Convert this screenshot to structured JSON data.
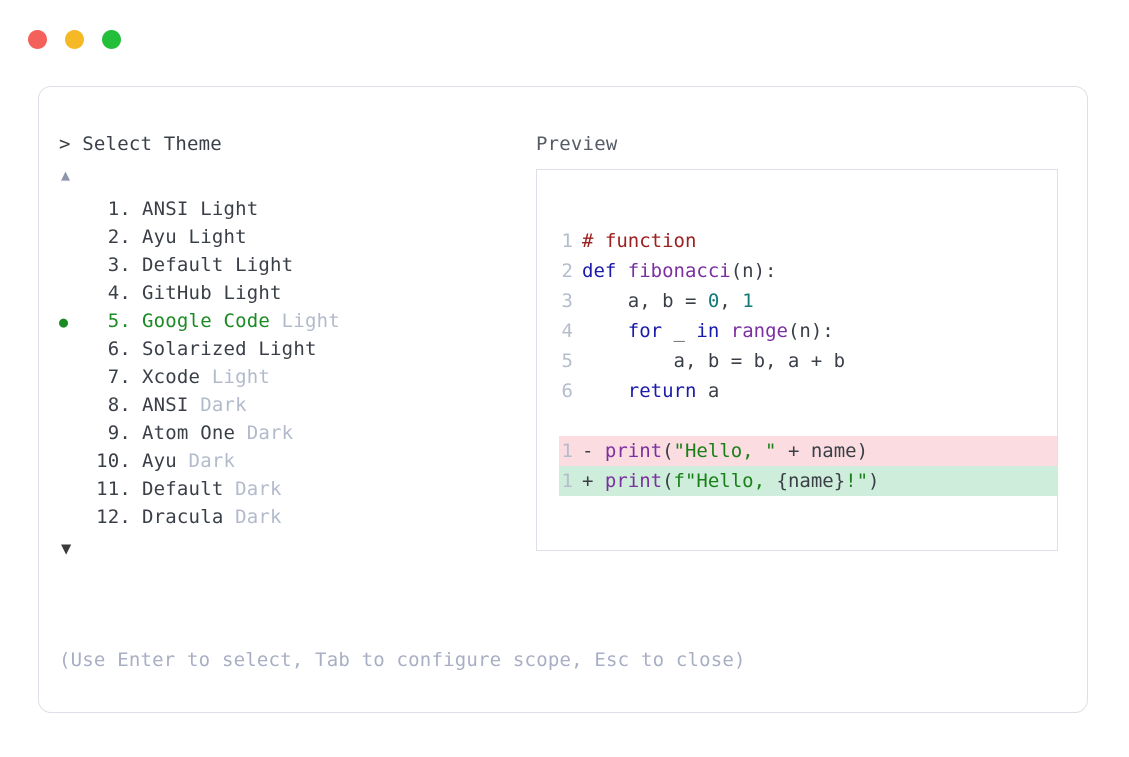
{
  "window": {
    "traffic_lights": [
      {
        "name": "close",
        "color": "#f4605a"
      },
      {
        "name": "minimize",
        "color": "#f5b926"
      },
      {
        "name": "maximize",
        "color": "#23be3a"
      }
    ]
  },
  "prompt": {
    "heading": "> Select Theme",
    "scroll_up_icon": "▲",
    "scroll_down_icon": "▼",
    "selected_index": 5,
    "selected_bullet": "●",
    "items": [
      {
        "num": "1.",
        "name": "ANSI",
        "variant": " Light",
        "variant_muted": false,
        "selected": false,
        "bullet": ""
      },
      {
        "num": "2.",
        "name": "Ayu",
        "variant": " Light",
        "variant_muted": false,
        "selected": false,
        "bullet": ""
      },
      {
        "num": "3.",
        "name": "Default",
        "variant": " Light",
        "variant_muted": false,
        "selected": false,
        "bullet": ""
      },
      {
        "num": "4.",
        "name": "GitHub",
        "variant": " Light",
        "variant_muted": false,
        "selected": false,
        "bullet": ""
      },
      {
        "num": "5.",
        "name": "Google Code",
        "variant": " Light",
        "variant_muted": true,
        "selected": true,
        "bullet": "●"
      },
      {
        "num": "6.",
        "name": "Solarized",
        "variant": " Light",
        "variant_muted": false,
        "selected": false,
        "bullet": ""
      },
      {
        "num": "7.",
        "name": "Xcode",
        "variant": " Light",
        "variant_muted": true,
        "selected": false,
        "bullet": ""
      },
      {
        "num": "8.",
        "name": "ANSI",
        "variant": " Dark",
        "variant_muted": true,
        "selected": false,
        "bullet": ""
      },
      {
        "num": "9.",
        "name": "Atom One",
        "variant": " Dark",
        "variant_muted": true,
        "selected": false,
        "bullet": ""
      },
      {
        "num": "10.",
        "name": "Ayu",
        "variant": " Dark",
        "variant_muted": true,
        "selected": false,
        "bullet": ""
      },
      {
        "num": "11.",
        "name": "Default",
        "variant": " Dark",
        "variant_muted": true,
        "selected": false,
        "bullet": ""
      },
      {
        "num": "12.",
        "name": "Dracula",
        "variant": " Dark",
        "variant_muted": true,
        "selected": false,
        "bullet": ""
      }
    ],
    "hint": "(Use Enter to select, Tab to configure scope, Esc to close)"
  },
  "preview": {
    "heading": "Preview",
    "code_lines": [
      {
        "ln": "1",
        "tokens": [
          {
            "t": "# function",
            "c": "c-comment"
          }
        ]
      },
      {
        "ln": "2",
        "tokens": [
          {
            "t": "def ",
            "c": "c-kw"
          },
          {
            "t": "fibonacci",
            "c": "c-fn"
          },
          {
            "t": "(n):",
            "c": "c-plain"
          }
        ]
      },
      {
        "ln": "3",
        "tokens": [
          {
            "t": "    a, b = ",
            "c": "c-plain"
          },
          {
            "t": "0",
            "c": "c-num"
          },
          {
            "t": ", ",
            "c": "c-plain"
          },
          {
            "t": "1",
            "c": "c-num"
          }
        ]
      },
      {
        "ln": "4",
        "tokens": [
          {
            "t": "    ",
            "c": "c-plain"
          },
          {
            "t": "for",
            "c": "c-kw"
          },
          {
            "t": " _ ",
            "c": "c-plain"
          },
          {
            "t": "in",
            "c": "c-kw"
          },
          {
            "t": " ",
            "c": "c-plain"
          },
          {
            "t": "range",
            "c": "c-fn"
          },
          {
            "t": "(n):",
            "c": "c-plain"
          }
        ]
      },
      {
        "ln": "5",
        "tokens": [
          {
            "t": "        a, b = b, a + b",
            "c": "c-plain"
          }
        ]
      },
      {
        "ln": "6",
        "tokens": [
          {
            "t": "    ",
            "c": "c-plain"
          },
          {
            "t": "return",
            "c": "c-kw"
          },
          {
            "t": " a",
            "c": "c-plain"
          }
        ]
      }
    ],
    "diff_lines": [
      {
        "ln": "1",
        "kind": "del",
        "sign": "- ",
        "tokens": [
          {
            "t": "print",
            "c": "c-fn"
          },
          {
            "t": "(",
            "c": "c-plain"
          },
          {
            "t": "\"Hello, \"",
            "c": "c-str"
          },
          {
            "t": " + name)",
            "c": "c-plain"
          }
        ]
      },
      {
        "ln": "1",
        "kind": "add",
        "sign": "+ ",
        "tokens": [
          {
            "t": "print",
            "c": "c-fn"
          },
          {
            "t": "(",
            "c": "c-plain"
          },
          {
            "t": "f\"Hello, ",
            "c": "c-str"
          },
          {
            "t": "{name}",
            "c": "c-plain"
          },
          {
            "t": "!\"",
            "c": "c-str"
          },
          {
            "t": ")",
            "c": "c-plain"
          }
        ]
      }
    ],
    "colors": {
      "diff_removed_bg": "#fadce1",
      "diff_added_bg": "#cfeddb",
      "comment": "#9c2020",
      "keyword": "#1a1aab",
      "function": "#7b2fa0",
      "number": "#117a74",
      "string": "#198019",
      "line_number": "#b5bccb",
      "selected_green": "#1a8a23",
      "muted": "#b2bacb",
      "border": "#dde0e7"
    }
  }
}
